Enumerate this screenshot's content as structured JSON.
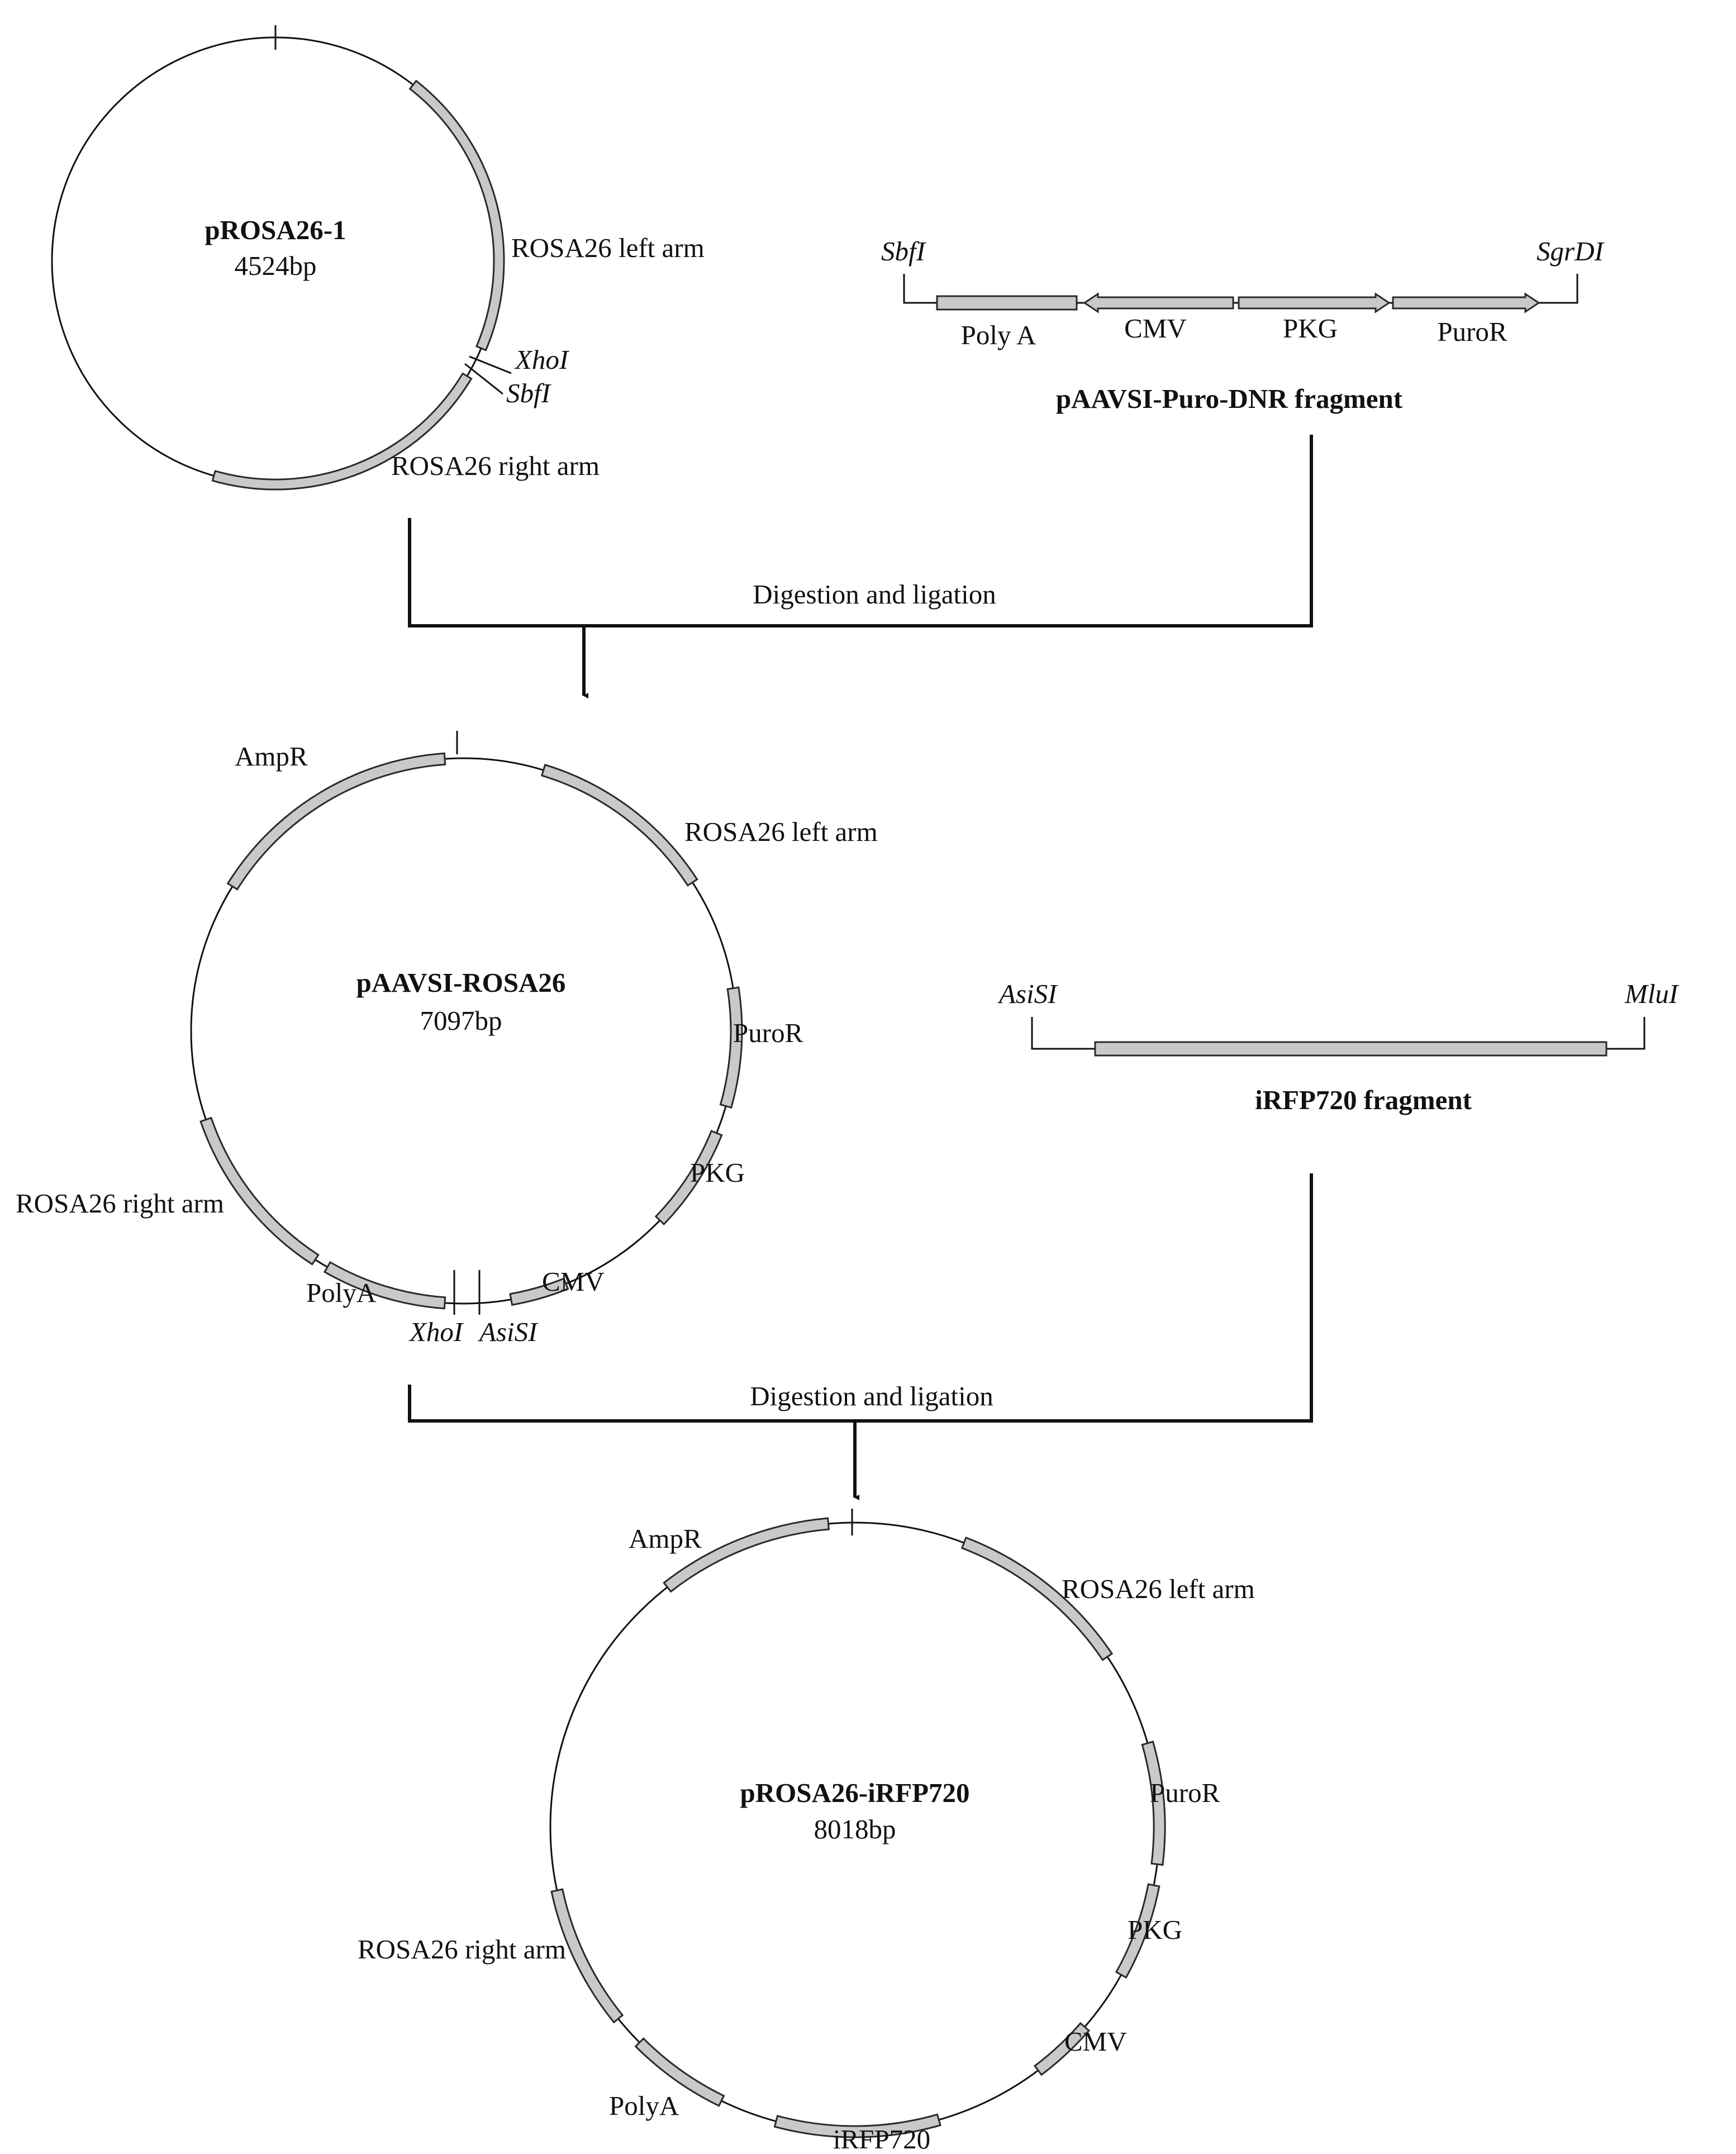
{
  "plasmid_1": {
    "name": "pROSA26-1",
    "size": "4524bp",
    "features": {
      "left_arm": "ROSA26 left arm",
      "right_arm": "ROSA26 right arm"
    },
    "sites": {
      "xho": "XhoI",
      "sbf": "SbfI"
    }
  },
  "fragment_1": {
    "title": "pAAVSI-Puro-DNR fragment",
    "site_left": "SbfI",
    "site_right": "SgrDI",
    "parts": [
      "Poly A",
      "CMV",
      "PKG",
      "PuroR"
    ]
  },
  "step_1": {
    "label": "Digestion and ligation"
  },
  "plasmid_2": {
    "name": "pAAVSI-ROSA26",
    "size": "7097bp",
    "features": {
      "ampr": "AmpR",
      "left_arm": "ROSA26 left arm",
      "puror": "PuroR",
      "pkg": "PKG",
      "cmv": "CMV",
      "polya": "PolyA",
      "right_arm": "ROSA26 right arm"
    },
    "sites": {
      "xho": "XhoI",
      "asisi": "AsiSI"
    }
  },
  "fragment_2": {
    "title": "iRFP720 fragment",
    "site_left": "AsiSI",
    "site_right": "MluI"
  },
  "step_2": {
    "label": "Digestion and ligation"
  },
  "plasmid_3": {
    "name": "pROSA26-iRFP720",
    "size": "8018bp",
    "features": {
      "ampr": "AmpR",
      "left_arm": "ROSA26 left arm",
      "puror": "PuroR",
      "pkg": "PKG",
      "cmv": "CMV",
      "irfp": "iRFP720",
      "polya": "PolyA",
      "right_arm": "ROSA26 right arm"
    }
  }
}
